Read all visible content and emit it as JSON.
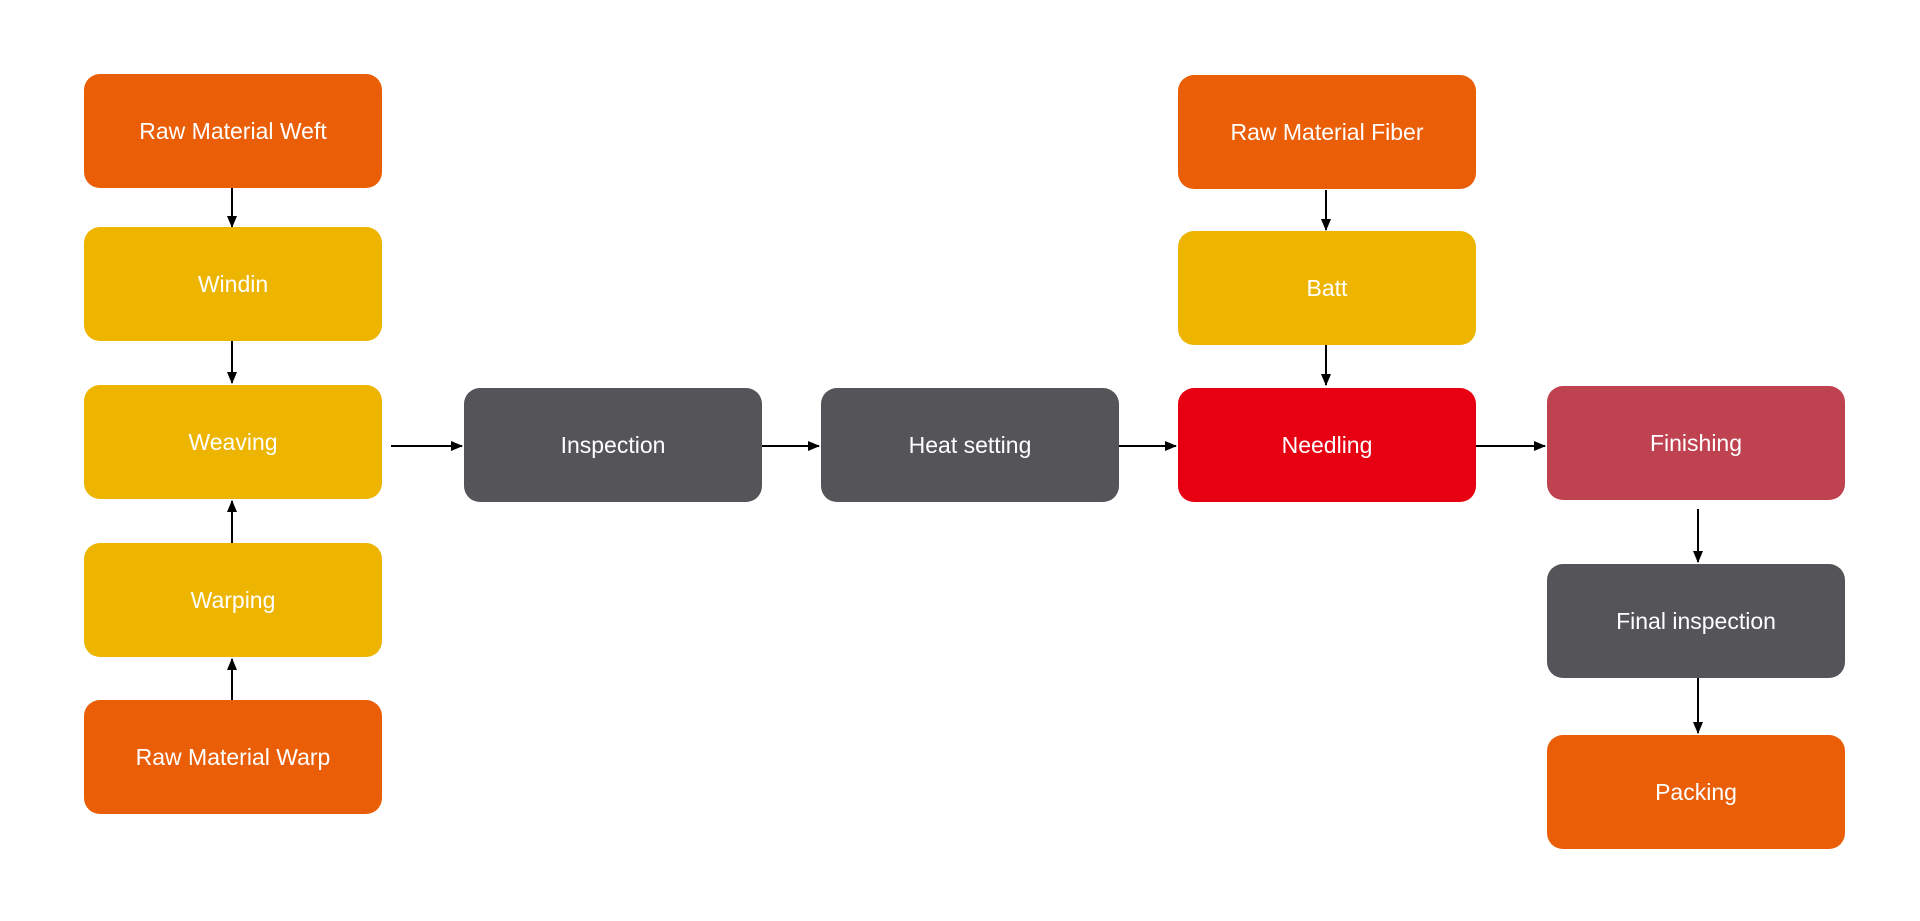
{
  "colors": {
    "raw_material": "#EA5E07",
    "preparation": "#EDB500",
    "process": "#555459",
    "needling": "#E60012",
    "finishing": "#BE4250",
    "arrow": "#000000",
    "label_text": "#FFFFFF"
  },
  "nodes": {
    "raw_material_weft": {
      "label": "Raw Material Weft"
    },
    "windin": {
      "label": "Windin"
    },
    "weaving": {
      "label": "Weaving"
    },
    "warping": {
      "label": "Warping"
    },
    "raw_material_warp": {
      "label": "Raw Material Warp"
    },
    "inspection": {
      "label": "Inspection"
    },
    "heat_setting": {
      "label": "Heat setting"
    },
    "raw_material_fiber": {
      "label": "Raw Material Fiber"
    },
    "batt": {
      "label": "Batt"
    },
    "needling": {
      "label": "Needling"
    },
    "finishing": {
      "label": "Finishing"
    },
    "final_inspection": {
      "label": "Final inspection"
    },
    "packing": {
      "label": "Packing"
    }
  },
  "edges": [
    {
      "from": "raw_material_weft",
      "to": "windin"
    },
    {
      "from": "windin",
      "to": "weaving"
    },
    {
      "from": "warping",
      "to": "weaving"
    },
    {
      "from": "raw_material_warp",
      "to": "warping"
    },
    {
      "from": "weaving",
      "to": "inspection"
    },
    {
      "from": "inspection",
      "to": "heat_setting"
    },
    {
      "from": "heat_setting",
      "to": "needling"
    },
    {
      "from": "raw_material_fiber",
      "to": "batt"
    },
    {
      "from": "batt",
      "to": "needling"
    },
    {
      "from": "needling",
      "to": "finishing"
    },
    {
      "from": "finishing",
      "to": "final_inspection"
    },
    {
      "from": "final_inspection",
      "to": "packing"
    }
  ]
}
